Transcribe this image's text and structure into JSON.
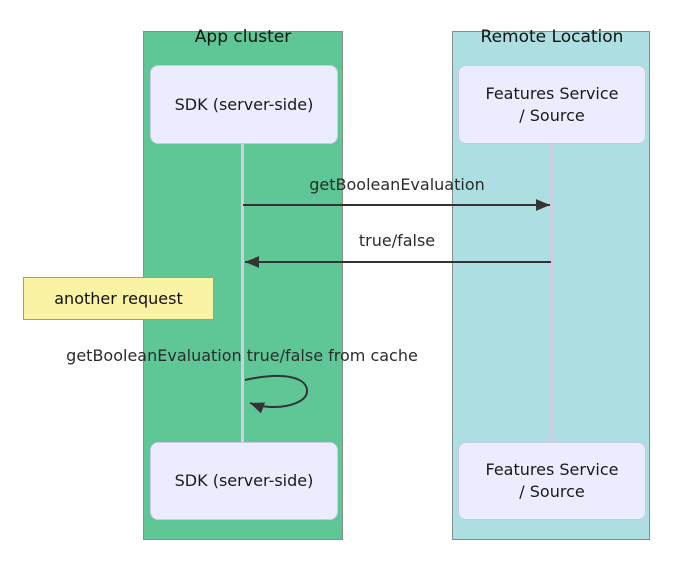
{
  "diagram": {
    "type": "sequence",
    "groups": {
      "app": {
        "title": "App cluster",
        "fill": "#5ec795",
        "top_actor": "SDK (server-side)",
        "bottom_actor": "SDK (server-side)"
      },
      "remote": {
        "title": "Remote Location",
        "fill": "#addee2",
        "top_actor_lines": [
          "Features Service",
          "/ Source"
        ],
        "bottom_actor_lines": [
          "Features Service",
          "/ Source"
        ]
      }
    },
    "messages": [
      {
        "label": "getBooleanEvaluation",
        "from": "SDK (server-side)",
        "to": "Features Service / Source",
        "direction": "right"
      },
      {
        "label": "true/false",
        "from": "Features Service / Source",
        "to": "SDK (server-side)",
        "direction": "left"
      },
      {
        "label": "getBooleanEvaluation true/false from cache",
        "from": "SDK (server-side)",
        "to": "SDK (server-side)",
        "direction": "self-loop"
      }
    ],
    "note": {
      "text": "another request"
    },
    "colors": {
      "app_group_fill": "#5ec795",
      "remote_group_fill": "#addee2",
      "group_border": "#849089",
      "actor_fill": "#ececff",
      "actor_border": "#c9c9e8",
      "lifeline": "#cfcfe3",
      "arrow": "#333333",
      "note_fill": "#faf3a3",
      "note_border": "#aaaa33",
      "text": "#111111"
    }
  }
}
